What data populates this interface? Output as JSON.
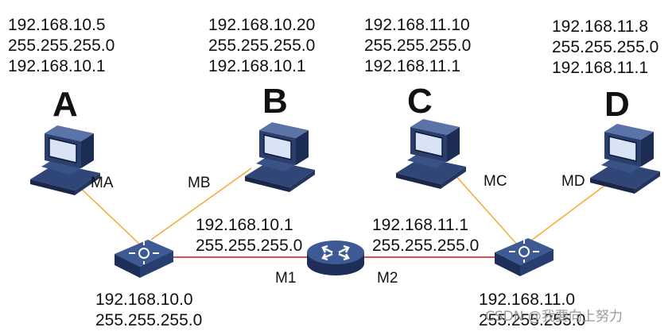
{
  "hosts": [
    {
      "name": "A",
      "ip": "192.168.10.5",
      "mask": "255.255.255.0",
      "gateway": "192.168.10.1",
      "mac": "MA"
    },
    {
      "name": "B",
      "ip": "192.168.10.20",
      "mask": "255.255.255.0",
      "gateway": "192.168.10.1",
      "mac": "MB"
    },
    {
      "name": "C",
      "ip": "192.168.11.10",
      "mask": "255.255.255.0",
      "gateway": "192.168.11.1",
      "mac": "MC"
    },
    {
      "name": "D",
      "ip": "192.168.11.8",
      "mask": "255.255.255.0",
      "gateway": "192.168.11.1",
      "mac": "MD"
    }
  ],
  "router": {
    "port1": {
      "ip": "192.168.10.1",
      "mask": "255.255.255.0",
      "mac": "M1"
    },
    "port2": {
      "ip": "192.168.11.1",
      "mask": "255.255.255.0",
      "mac": "M2"
    }
  },
  "networks": {
    "left": {
      "address": "192.168.10.0",
      "mask": "255.255.255.0"
    },
    "right": {
      "address": "192.168.11.0",
      "mask": "255.255.255.0"
    }
  },
  "watermark": "CSDN @我要向上努力",
  "colors": {
    "host_link": "#f4a835",
    "router_link": "#e23333",
    "device": "#2a3f6e"
  }
}
